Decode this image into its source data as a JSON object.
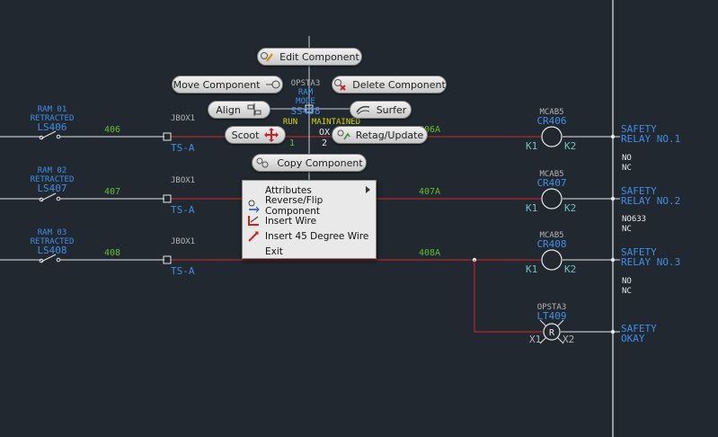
{
  "rungs": [
    {
      "ram": "RAM 01",
      "retracted": "RETRACTED",
      "ls": "LS406",
      "wire_left": "406",
      "jbox": "JBOX1",
      "ts": "TS-A",
      "wire_right": "406A",
      "mcab": "MCAB5",
      "cr": "CR406",
      "k1": "K1",
      "k2": "K2",
      "safety1": "SAFETY",
      "safety2": "RELAY NO.1",
      "no": "NO",
      "nc": "NC"
    },
    {
      "ram": "RAM 02",
      "retracted": "RETRACTED",
      "ls": "LS407",
      "wire_left": "407",
      "jbox": "JBOX1",
      "ts": "TS-A",
      "wire_right": "407A",
      "mcab": "MCAB5",
      "cr": "CR407",
      "k1": "K1",
      "k2": "K2",
      "safety1": "SAFETY",
      "safety2": "RELAY NO.2",
      "no": "NO633",
      "nc": "NC"
    },
    {
      "ram": "RAM 03",
      "retracted": "RETRACTED",
      "ls": "LS408",
      "wire_left": "408",
      "jbox": "JBOX1",
      "ts": "TS-A",
      "wire_right": "408A",
      "mcab": "MCAB5",
      "cr": "CR408",
      "k1": "K1",
      "k2": "K2",
      "safety1": "SAFETY",
      "safety2": "RELAY NO.3",
      "no": "NO",
      "nc": "NC"
    }
  ],
  "pilot": {
    "opsta": "OPSTA3",
    "lt": "LT409",
    "symbol": "R",
    "x1": "X1",
    "x2": "X2",
    "safety1": "SAFETY",
    "safety2": "OKAY"
  },
  "switch": {
    "opsta": "OPSTA3",
    "ram": "RAM",
    "mode": "MODE",
    "ss": "SS408",
    "run": "RUN",
    "maintained": "MAINTAINED",
    "one": "1",
    "two": "2",
    "ox": "OX"
  },
  "marking_menu": {
    "edit": "Edit Component",
    "move": "Move Component",
    "delete": "Delete Component",
    "align": "Align",
    "surfer": "Surfer",
    "scoot": "Scoot",
    "retag": "Retag/Update",
    "copy": "Copy Component"
  },
  "context_menu": {
    "items": [
      "Attributes",
      "Reverse/Flip Component",
      "Insert Wire",
      "Insert 45 Degree Wire",
      "Exit"
    ]
  },
  "colors": {
    "background": "#212830",
    "wire": "#d42828",
    "text_blue": "#3f8fe6",
    "text_green": "#5fc02a",
    "text_gray": "#b4b4b4",
    "text_cyan": "#6ec2c2",
    "text_yellow": "#d8d800",
    "bus": "#e8e8e8"
  }
}
